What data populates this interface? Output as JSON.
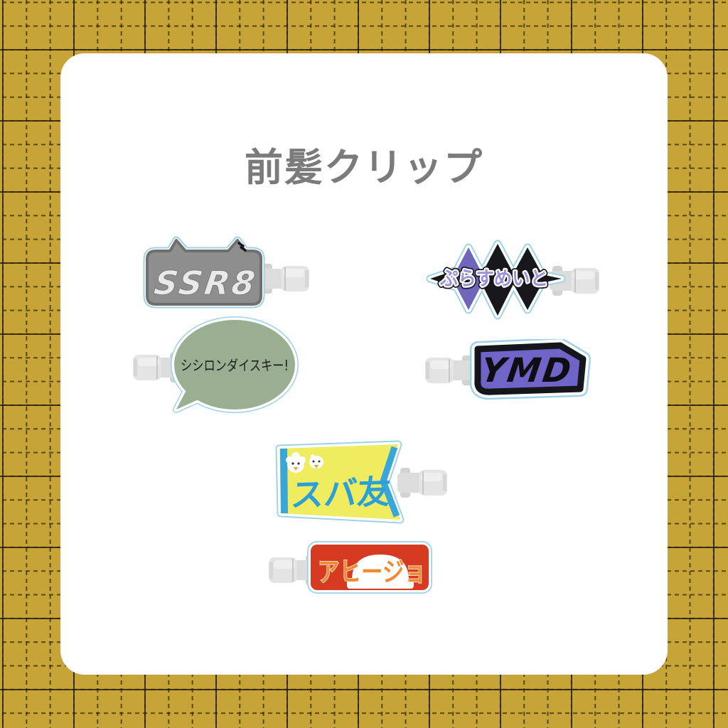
{
  "page": {
    "title": "前髪クリップ",
    "background_color": "#c7a438",
    "card_color": "#ffffff",
    "title_color": "#7b7b7b"
  },
  "sticker_outline": {
    "white": "#ffffff",
    "blue": "#9ed3e6"
  },
  "clip_arm_color": "#dedede",
  "clips": [
    {
      "name": "ssr8",
      "label": "SSR8",
      "clip_side": "right",
      "badge_color": "#8e8e8e",
      "badge_outline": "#6f6f6f",
      "text_color": "#e9e9e9"
    },
    {
      "name": "plusmate",
      "label": "ぷらすめいと",
      "clip_side": "right",
      "badge_color": "#17171c",
      "accent_color": "#6f66bb",
      "text_color": "#9b91d9"
    },
    {
      "name": "shishiron-daisuki",
      "label": "シシロンダイスキー!",
      "clip_side": "left",
      "badge_color": "#9aae92",
      "text_color": "#1e1e1e"
    },
    {
      "name": "ymd",
      "label": "YMD",
      "clip_side": "left",
      "badge_color": "#6f64c8",
      "badge_outline": "#15151c",
      "text_color": "#0d0d12"
    },
    {
      "name": "suba-tomo",
      "label": "スバ友",
      "clip_side": "right",
      "badge_color": "#f0ec60",
      "accent_color": "#38a6d9",
      "text_color": "#2b9fd8"
    },
    {
      "name": "ahijo",
      "label": "アヒージョ",
      "clip_side": "left",
      "badge_color": "#d63a20",
      "text_color": "#ef8c33"
    }
  ]
}
